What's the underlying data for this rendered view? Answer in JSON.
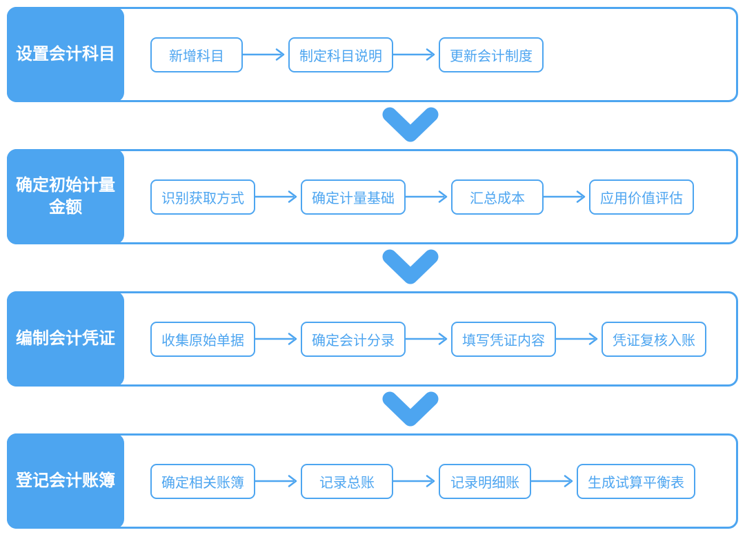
{
  "page": {
    "background_color": "#ffffff",
    "accent_color": "#4da5f0",
    "text_on_accent_color": "#ffffff"
  },
  "icons": {
    "step_connector": "arrow-right-icon",
    "phase_connector": "chevron-down-icon"
  },
  "diagram": {
    "type": "flowchart",
    "phases": [
      {
        "label": "设置会计科目",
        "steps": [
          "新增科目",
          "制定科目说明",
          "更新会计制度"
        ]
      },
      {
        "label": "确定初始计量金额",
        "steps": [
          "识别获取方式",
          "确定计量基础",
          "汇总成本",
          "应用价值评估"
        ]
      },
      {
        "label": "编制会计凭证",
        "steps": [
          "收集原始单据",
          "确定会计分录",
          "填写凭证内容",
          "凭证复核入账"
        ]
      },
      {
        "label": "登记会计账簿",
        "steps": [
          "确定相关账簿",
          "记录总账",
          "记录明细账",
          "生成试算平衡表"
        ]
      }
    ]
  }
}
